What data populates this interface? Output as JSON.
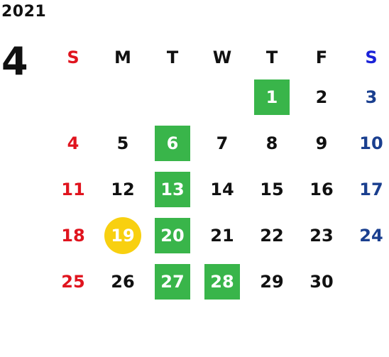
{
  "calendar": {
    "year": "2021",
    "month": "4",
    "weekdays": [
      "S",
      "M",
      "T",
      "W",
      "T",
      "F",
      "S"
    ],
    "weeks": [
      [
        "",
        "",
        "",
        "",
        "1",
        "2",
        "3"
      ],
      [
        "4",
        "5",
        "6",
        "7",
        "8",
        "9",
        "10"
      ],
      [
        "11",
        "12",
        "13",
        "14",
        "15",
        "16",
        "17"
      ],
      [
        "18",
        "19",
        "20",
        "21",
        "22",
        "23",
        "24"
      ],
      [
        "25",
        "26",
        "27",
        "28",
        "29",
        "30",
        ""
      ]
    ],
    "highlight_green": [
      "1",
      "6",
      "13",
      "20",
      "27",
      "28"
    ],
    "highlight_today": "19"
  },
  "colors": {
    "sunday": "#e0141e",
    "saturday_header": "#1a22d8",
    "saturday": "#1a3f8f",
    "green_highlight": "#39b54a",
    "today_highlight": "#f8d010"
  }
}
